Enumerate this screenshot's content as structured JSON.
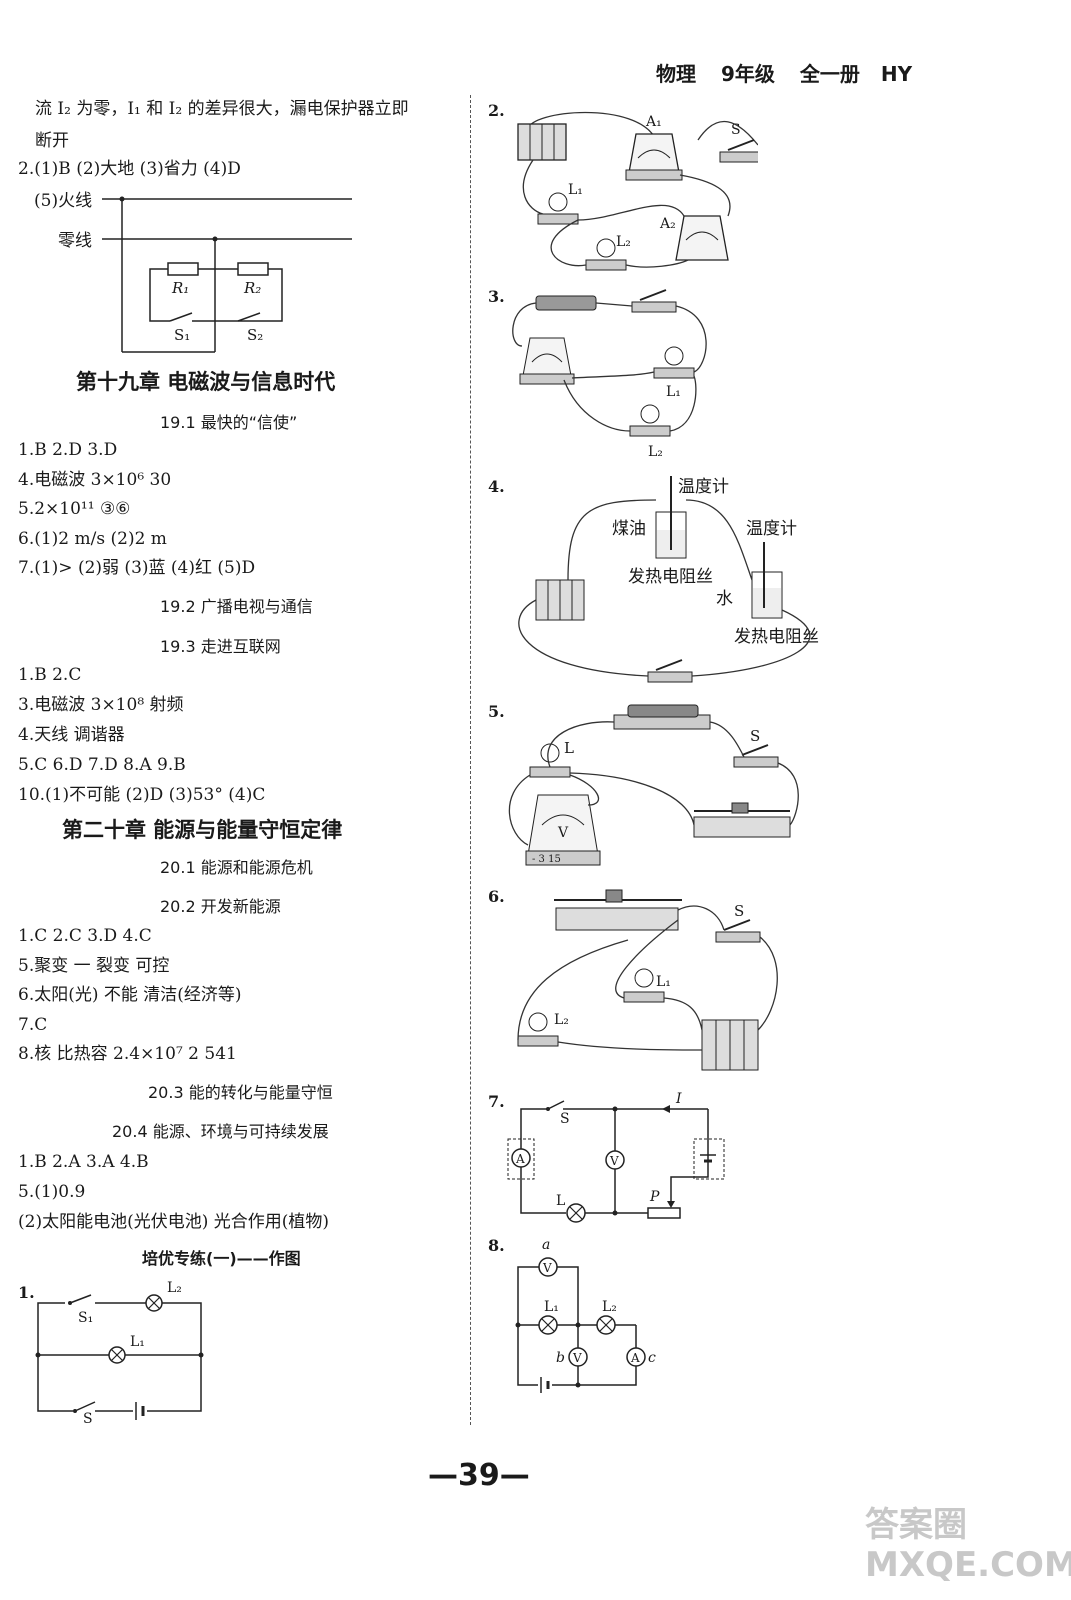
{
  "header": {
    "subject": "物理",
    "grade": "9年级",
    "volume": "全一册",
    "edition": "HY"
  },
  "left": {
    "cont1": "流 I₂ 为零，I₁ 和 I₂ 的差异很大，漏电保护器立即",
    "cont2": "断开",
    "q2a": "2.(1)B  (2)大地  (3)省力  (4)D",
    "q2b_label": "(5)火线",
    "neutral_label": "零线",
    "r1": "R₁",
    "r2": "R₂",
    "s1": "S₁",
    "s2": "S₂",
    "ch19": "第十九章   电磁波与信息时代",
    "s19_1": "19.1  最快的“信使”",
    "a19_1": [
      "1.B  2.D  3.D",
      "4.电磁波  3×10⁶   30",
      "5.2×10¹¹  ③⑥",
      "6.(1)2 m/s  (2)2 m",
      "7.(1)>  (2)弱  (3)蓝  (4)红  (5)D"
    ],
    "s19_2": "19.2  广播电视与通信",
    "s19_3": "19.3  走进互联网",
    "a19_3": [
      "1.B  2.C",
      "3.电磁波  3×10⁸   射频",
      "4.天线  调谐器",
      "5.C  6.D  7.D  8.A  9.B",
      "10.(1)不可能  (2)D  (3)53°  (4)C"
    ],
    "ch20": "第二十章   能源与能量守恒定律",
    "s20_1": "20.1  能源和能源危机",
    "s20_2": "20.2  开发新能源",
    "a20_2": [
      "1.C  2.C  3.D  4.C",
      "5.聚变  一  裂变  可控",
      "6.太阳(光)  不能  清洁(经济等)",
      "7.C",
      "8.核  比热容  2.4×10⁷   2 541"
    ],
    "s20_3": "20.3  能的转化与能量守恒",
    "s20_4": "20.4  能源、环境与可持续发展",
    "a20_4": [
      "1.B  2.A  3.A  4.B",
      "5.(1)0.9",
      "  (2)太阳能电池(光伏电池)  光合作用(植物)"
    ],
    "training": "培优专练(一)——作图",
    "d1": {
      "num": "1.",
      "s1": "S₁",
      "l2": "L₂",
      "l1": "L₁",
      "s": "S"
    }
  },
  "right": {
    "q2": {
      "num": "2.",
      "a1": "A₁",
      "s": "S",
      "l1": "L₁",
      "a2": "A₂",
      "l2": "L₂"
    },
    "q3": {
      "num": "3.",
      "l1": "L₁",
      "l2": "L₂"
    },
    "q4": {
      "num": "4.",
      "thermo1": "温度计",
      "kerosene": "煤油",
      "wire1": "发热电阻丝",
      "thermo2": "温度计",
      "water": "水",
      "wire2": "发热电阻丝"
    },
    "q5": {
      "num": "5.",
      "l": "L",
      "s": "S",
      "v": "V",
      "scale": "- 3 15"
    },
    "q6": {
      "num": "6.",
      "s": "S",
      "l1": "L₁",
      "l2": "L₂"
    },
    "q7": {
      "num": "7.",
      "s": "S",
      "i": "I",
      "a": "A",
      "v": "V",
      "l": "L",
      "p": "P"
    },
    "q8": {
      "num": "8.",
      "a": "a",
      "l1": "L₁",
      "l2": "L₂",
      "b": "b",
      "c": "c",
      "v": "V",
      "am": "A"
    }
  },
  "page_number": "—39—",
  "watermark": "答案圈 MXQE.COM"
}
